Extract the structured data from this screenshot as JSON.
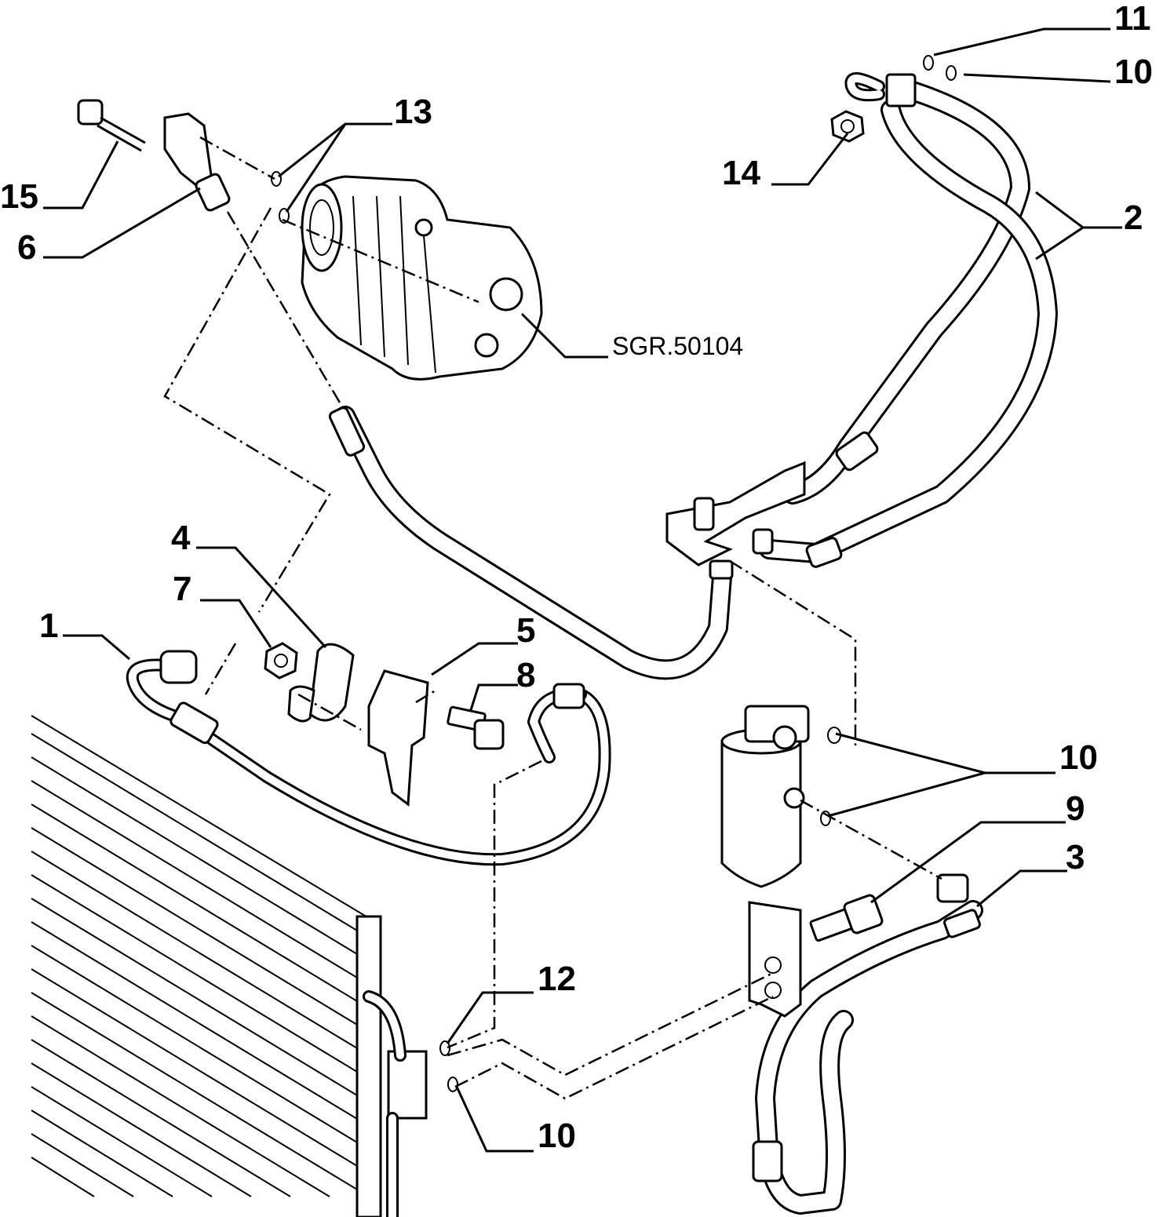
{
  "diagram": {
    "reference_code": "SGR.50104",
    "callouts": [
      {
        "id": "callout-1",
        "text": "1"
      },
      {
        "id": "callout-2",
        "text": "2"
      },
      {
        "id": "callout-3",
        "text": "3"
      },
      {
        "id": "callout-4",
        "text": "4"
      },
      {
        "id": "callout-5",
        "text": "5"
      },
      {
        "id": "callout-6",
        "text": "6"
      },
      {
        "id": "callout-7",
        "text": "7"
      },
      {
        "id": "callout-8",
        "text": "8"
      },
      {
        "id": "callout-9",
        "text": "9"
      },
      {
        "id": "callout-10a",
        "text": "10"
      },
      {
        "id": "callout-10b",
        "text": "10"
      },
      {
        "id": "callout-10c",
        "text": "10"
      },
      {
        "id": "callout-11",
        "text": "11"
      },
      {
        "id": "callout-12",
        "text": "12"
      },
      {
        "id": "callout-13",
        "text": "13"
      },
      {
        "id": "callout-14",
        "text": "14"
      },
      {
        "id": "callout-15",
        "text": "15"
      }
    ]
  }
}
